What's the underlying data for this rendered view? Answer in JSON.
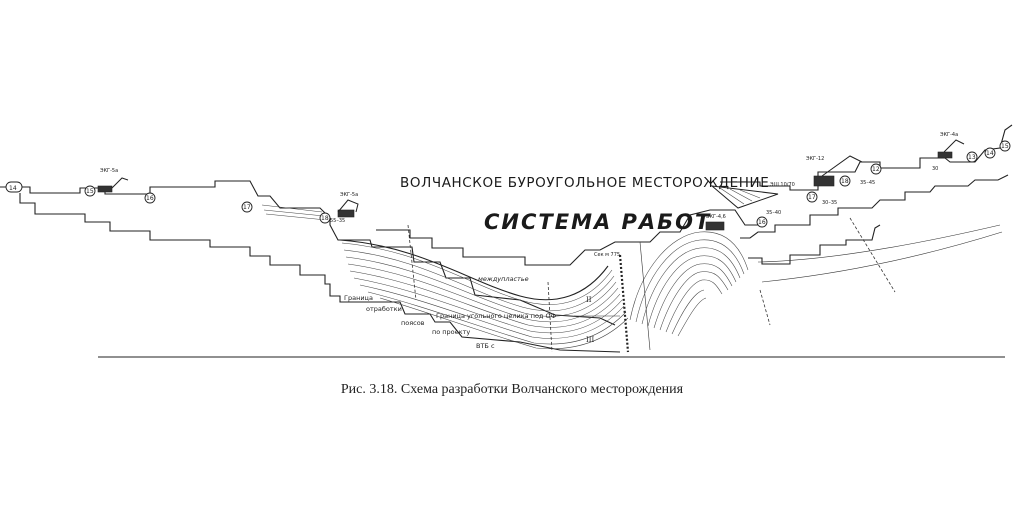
{
  "diagram": {
    "title": "ВОЛЧАНСКОЕ БУРОУГОЛЬНОЕ МЕСТОРОЖДЕНИЕ",
    "subtitle": "СИСТЕМА  РАБОТ",
    "labels": {
      "mezhplastie": "междупластье",
      "granitsa": "Граница",
      "otrabotki": "отработки",
      "poyasov": "поясов",
      "po_proektu": "по проекту",
      "granitsa_uglya": "Граница    угольного  целика    под  ОФ",
      "vtb": "ВТБ с",
      "cek": "Сек м 775",
      "roman_2": "II",
      "roman_3": "III"
    },
    "equipment": {
      "e1": "ЭКГ-5а",
      "e2": "ЭКГ-5а",
      "e3": "ЭКГ-4,6",
      "e4": "ЭШ 10/70",
      "e5": "ЭКГ-12",
      "e6": "ЭКГ-4а"
    },
    "bench_numbers": [
      "14",
      "15",
      "16",
      "17",
      "18",
      "16",
      "17",
      "18",
      "12",
      "13",
      "14",
      "15"
    ],
    "dims": [
      "55–35",
      "35–40",
      "35–45",
      "30",
      "30–35"
    ],
    "colors": {
      "ink": "#1a1a1a",
      "paper": "#ffffff"
    }
  },
  "caption": "Рис. 3.18. Схема разработки Волчанского месторождения"
}
